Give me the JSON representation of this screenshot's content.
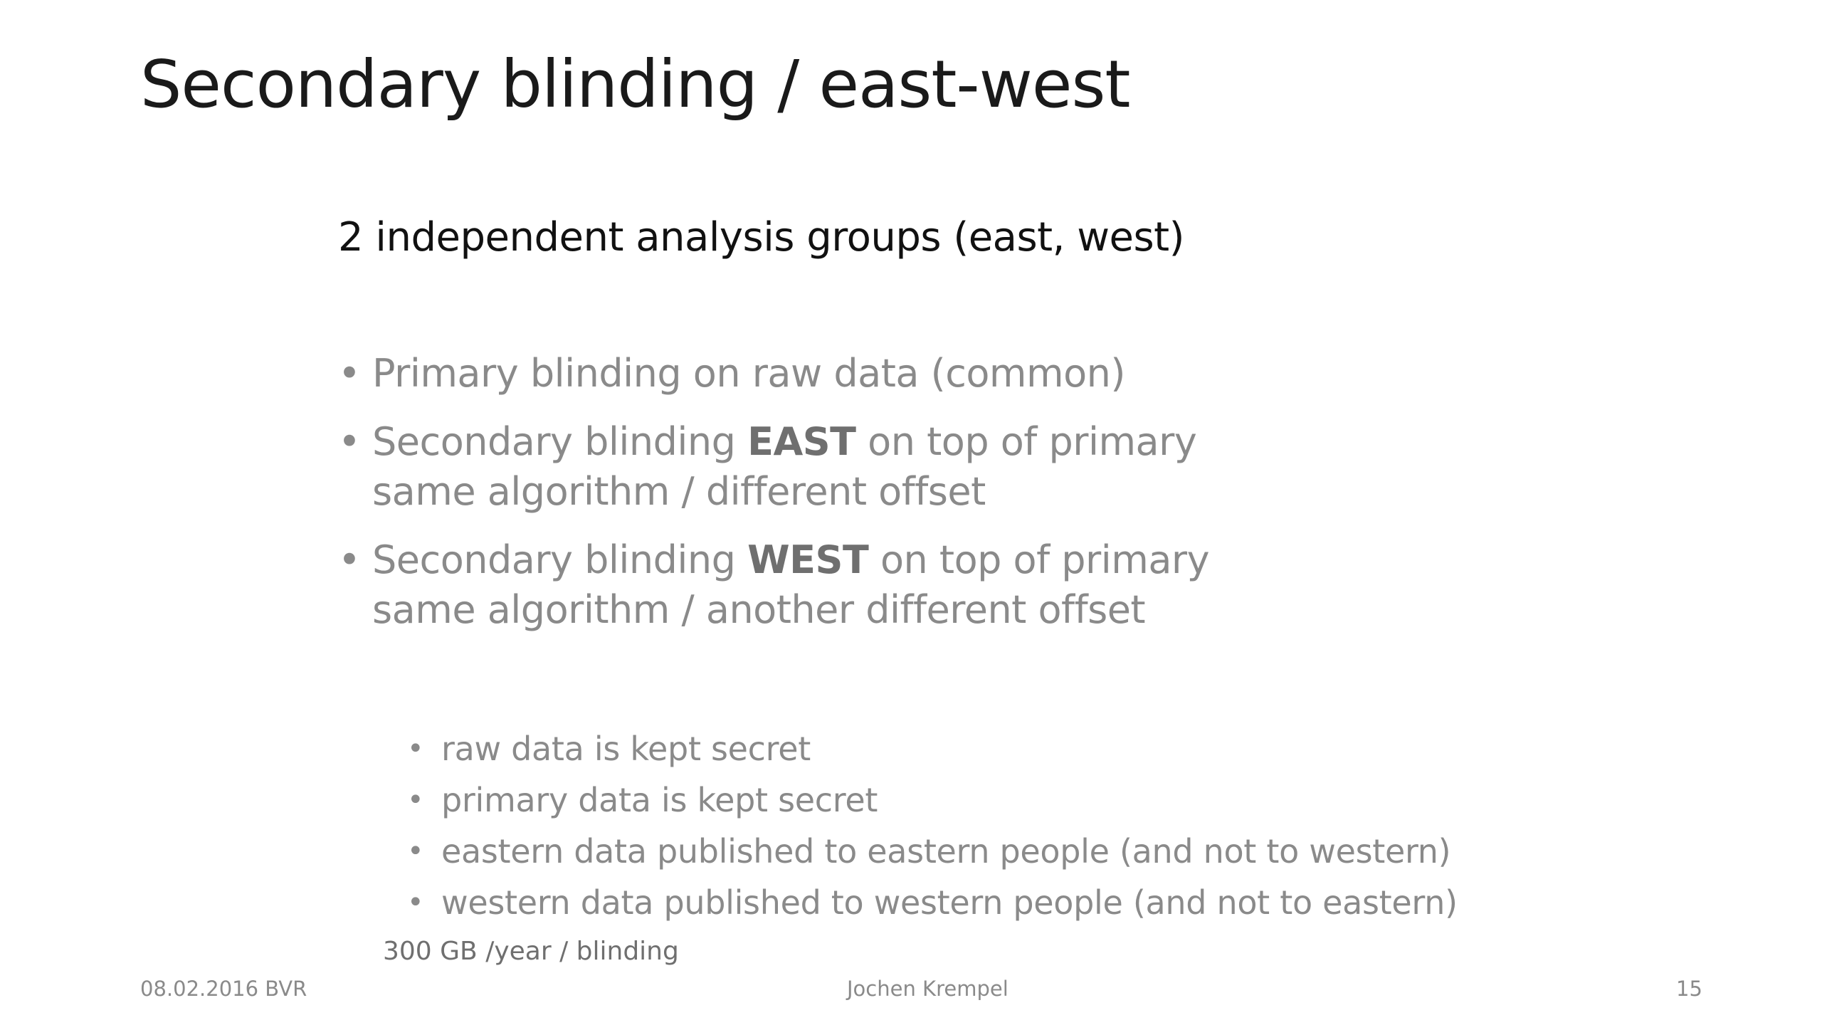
{
  "slide": {
    "title": "Secondary blinding / east-west",
    "subtitle": "2 independent analysis groups (east, west)",
    "bullets": [
      {
        "lines": [
          "Primary blinding on raw data (common)"
        ]
      },
      {
        "prefix": "Secondary blinding ",
        "bold": "EAST",
        "suffix": " on top of primary",
        "line2": "same algorithm / different offset"
      },
      {
        "prefix": "Secondary blinding ",
        "bold": "WEST",
        "suffix": " on top of primary",
        "line2": "same algorithm / another different offset"
      }
    ],
    "subbullets": [
      "raw data is kept secret",
      "primary data is kept secret",
      "eastern data published to eastern people (and not to western)",
      "western data published to western people (and not to eastern)"
    ],
    "note": "300 GB /year / blinding",
    "bullet_glyph": "•"
  },
  "footer": {
    "date": "08.02.2016 BVR",
    "author": "Jochen Krempel",
    "page_number": "15"
  },
  "colors": {
    "title": "#1a1a1a",
    "body_text": "#8a8a8a",
    "emphasis": "#6f6f6f",
    "background": "#ffffff"
  }
}
